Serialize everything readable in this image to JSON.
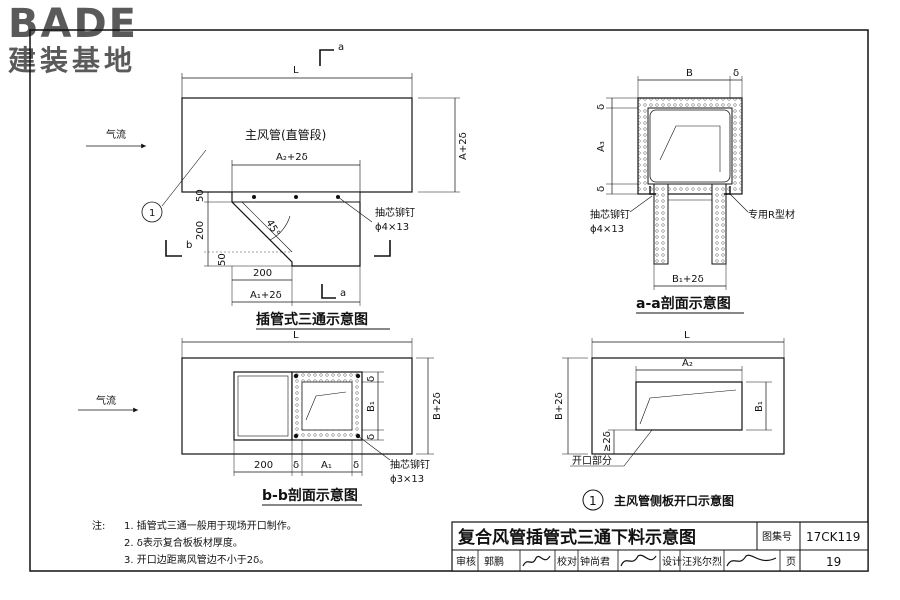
{
  "logo": {
    "latin": "BADE",
    "chinese": "建装基地"
  },
  "labels": {
    "L": "L",
    "B": "B",
    "delta": "δ",
    "A_plus_2d": "A+2δ",
    "B_plus_2d": "B+2δ",
    "A2_plus_2d": "A₂+2δ",
    "A1_plus_2d": "A₁+2δ",
    "B1_plus_2d": "B₁+2δ",
    "A1": "A₁",
    "A2": "A₂",
    "A3": "A₃",
    "B1": "B₁",
    "airflow": "气流",
    "main_duct": "主风管(直管段)",
    "rivet1": "抽芯铆钉",
    "rivet1_spec": "ϕ4×13",
    "rivet2": "抽芯铆钉",
    "rivet2_spec": "ϕ4×13",
    "rivet3": "抽芯铆钉",
    "rivet3_spec": "ϕ3×13",
    "r_profile": "专用R型材",
    "opening": "开口部分",
    "ge2d": "≥2δ",
    "angle45": "45°",
    "n50a": "50",
    "n200a": "200",
    "n50b": "50",
    "n200b": "200",
    "n200c": "200",
    "sec_a": "a",
    "sec_b": "b",
    "circle1": "1"
  },
  "captions": {
    "tee": "插管式三通示意图",
    "aa": "a-a剖面示意图",
    "bb": "b-b剖面示意图",
    "side": "主风管侧板开口示意图",
    "side_num": "1"
  },
  "notes": {
    "prefix": "注:",
    "items": [
      "1. 插管式三通一般用于现场开口制作。",
      "2. δ表示复合板板材厚度。",
      "3. 开口边距离风管边不小于2δ。"
    ]
  },
  "title_block": {
    "title": "复合风管插管式三通下料示意图",
    "atlas_label": "图集号",
    "atlas_no": "17CK119",
    "review_label": "审核",
    "reviewer": "郭鹏",
    "check_label": "校对",
    "checker": "钟尚君",
    "design_label": "设计",
    "designer": "汪兆尔烈",
    "page_label": "页",
    "page_no": "19"
  }
}
